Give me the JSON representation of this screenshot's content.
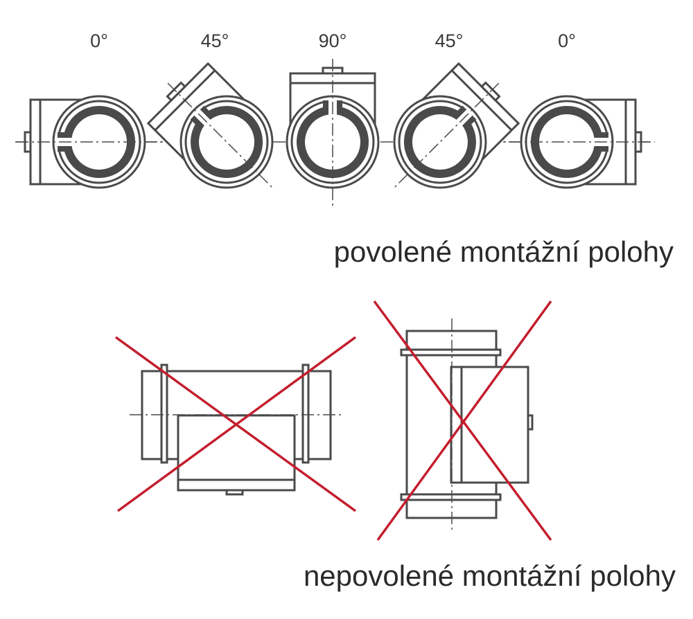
{
  "positions": [
    {
      "angle_label": "0°",
      "rotation_deg": -90
    },
    {
      "angle_label": "45°",
      "rotation_deg": -45
    },
    {
      "angle_label": "90°",
      "rotation_deg": 0
    },
    {
      "angle_label": "45°",
      "rotation_deg": 45
    },
    {
      "angle_label": "0°",
      "rotation_deg": 90
    }
  ],
  "allowed_caption": "povolené montážní polohy",
  "forbidden_caption": "nepovolené montážní polohy",
  "colors": {
    "line": "#4a4a4a",
    "cross": "#c41e2e"
  }
}
